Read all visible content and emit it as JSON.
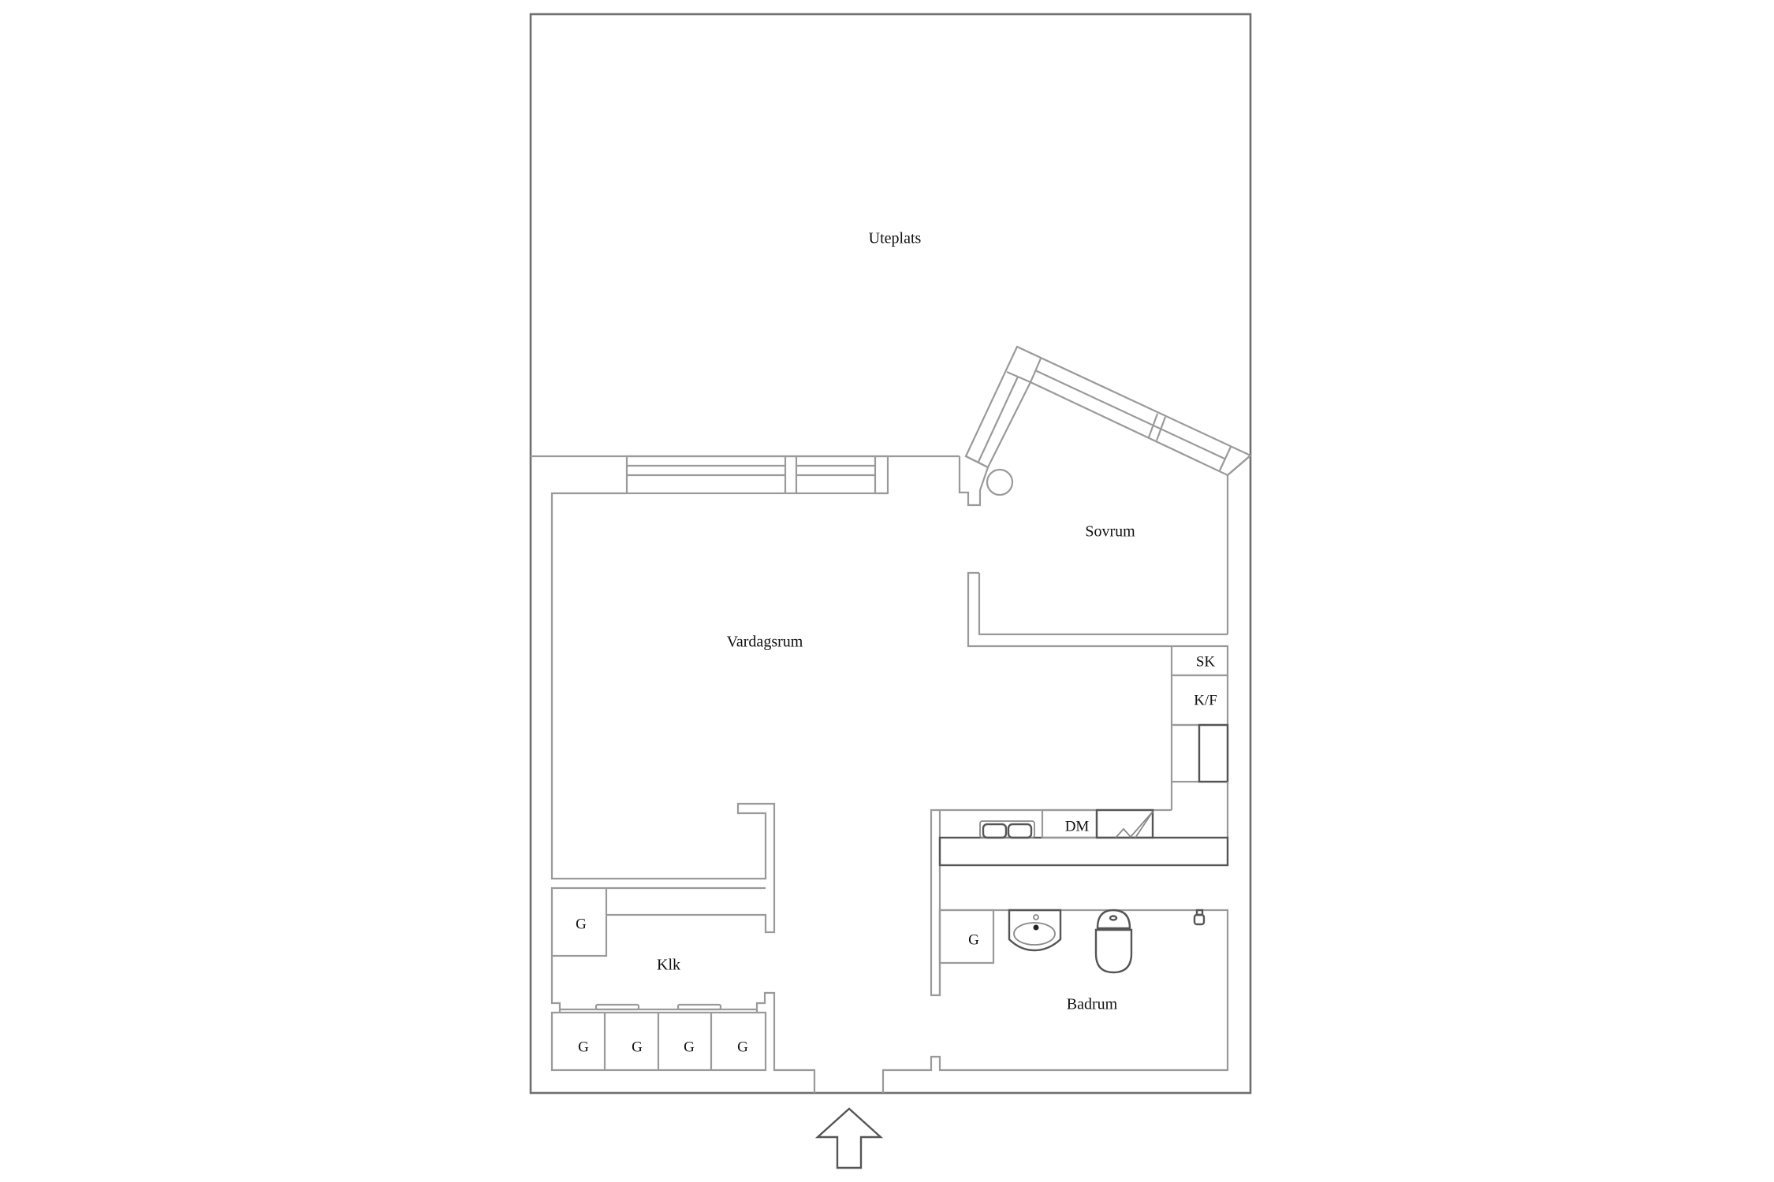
{
  "floorplan": {
    "rooms": {
      "terrace": "Uteplats",
      "bedroom": "Sovrum",
      "living_room": "Vardagsrum",
      "closet": "Klk",
      "bathroom": "Badrum"
    },
    "fixtures": {
      "sk": "SK",
      "kf": "K/F",
      "dm": "DM",
      "bath_wardrobe": "G",
      "closet_wardrobe": "G",
      "closet_row": [
        "G",
        "G",
        "G",
        "G"
      ]
    },
    "entrance_arrow": "entrance-arrow-up"
  }
}
